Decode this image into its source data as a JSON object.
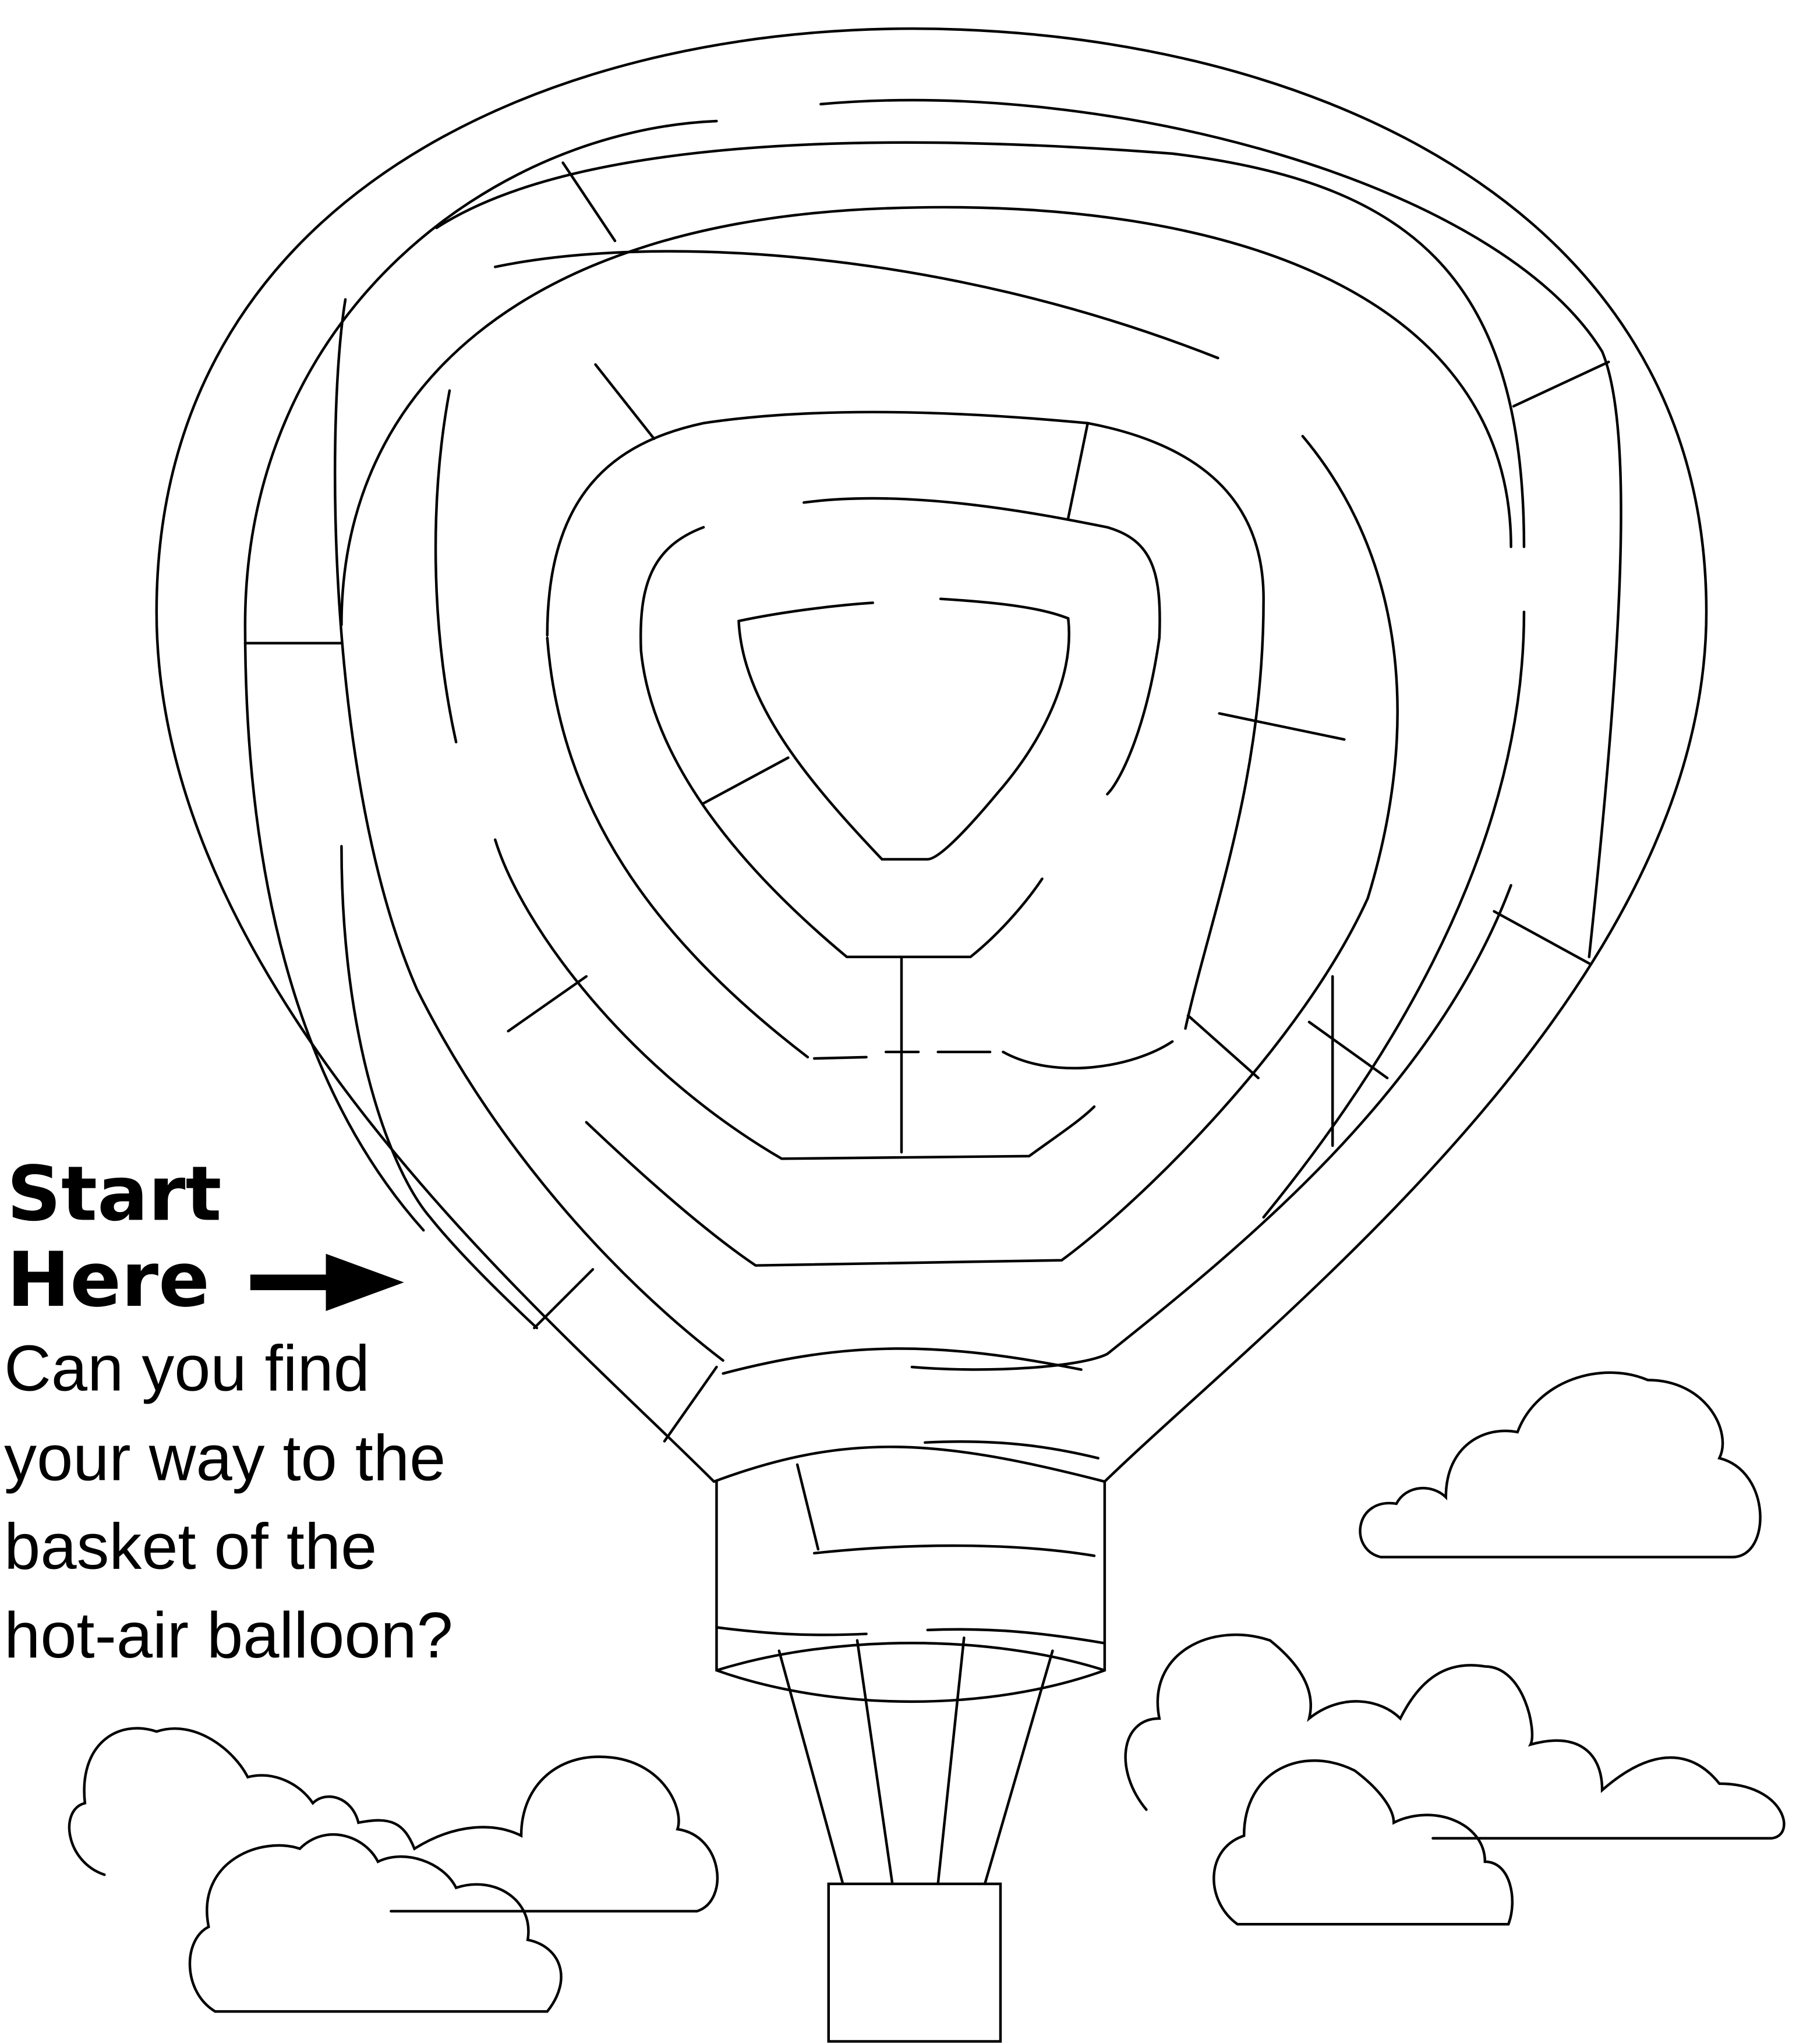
{
  "labels": {
    "start": "Start",
    "here": "Here"
  },
  "question": {
    "lines": [
      "Can you find",
      "your way to the",
      "basket of the",
      "hot-air balloon?"
    ]
  },
  "colors": {
    "ink": "#000000",
    "paper": "#ffffff"
  },
  "icons": {
    "arrow": "arrow-right-icon"
  }
}
